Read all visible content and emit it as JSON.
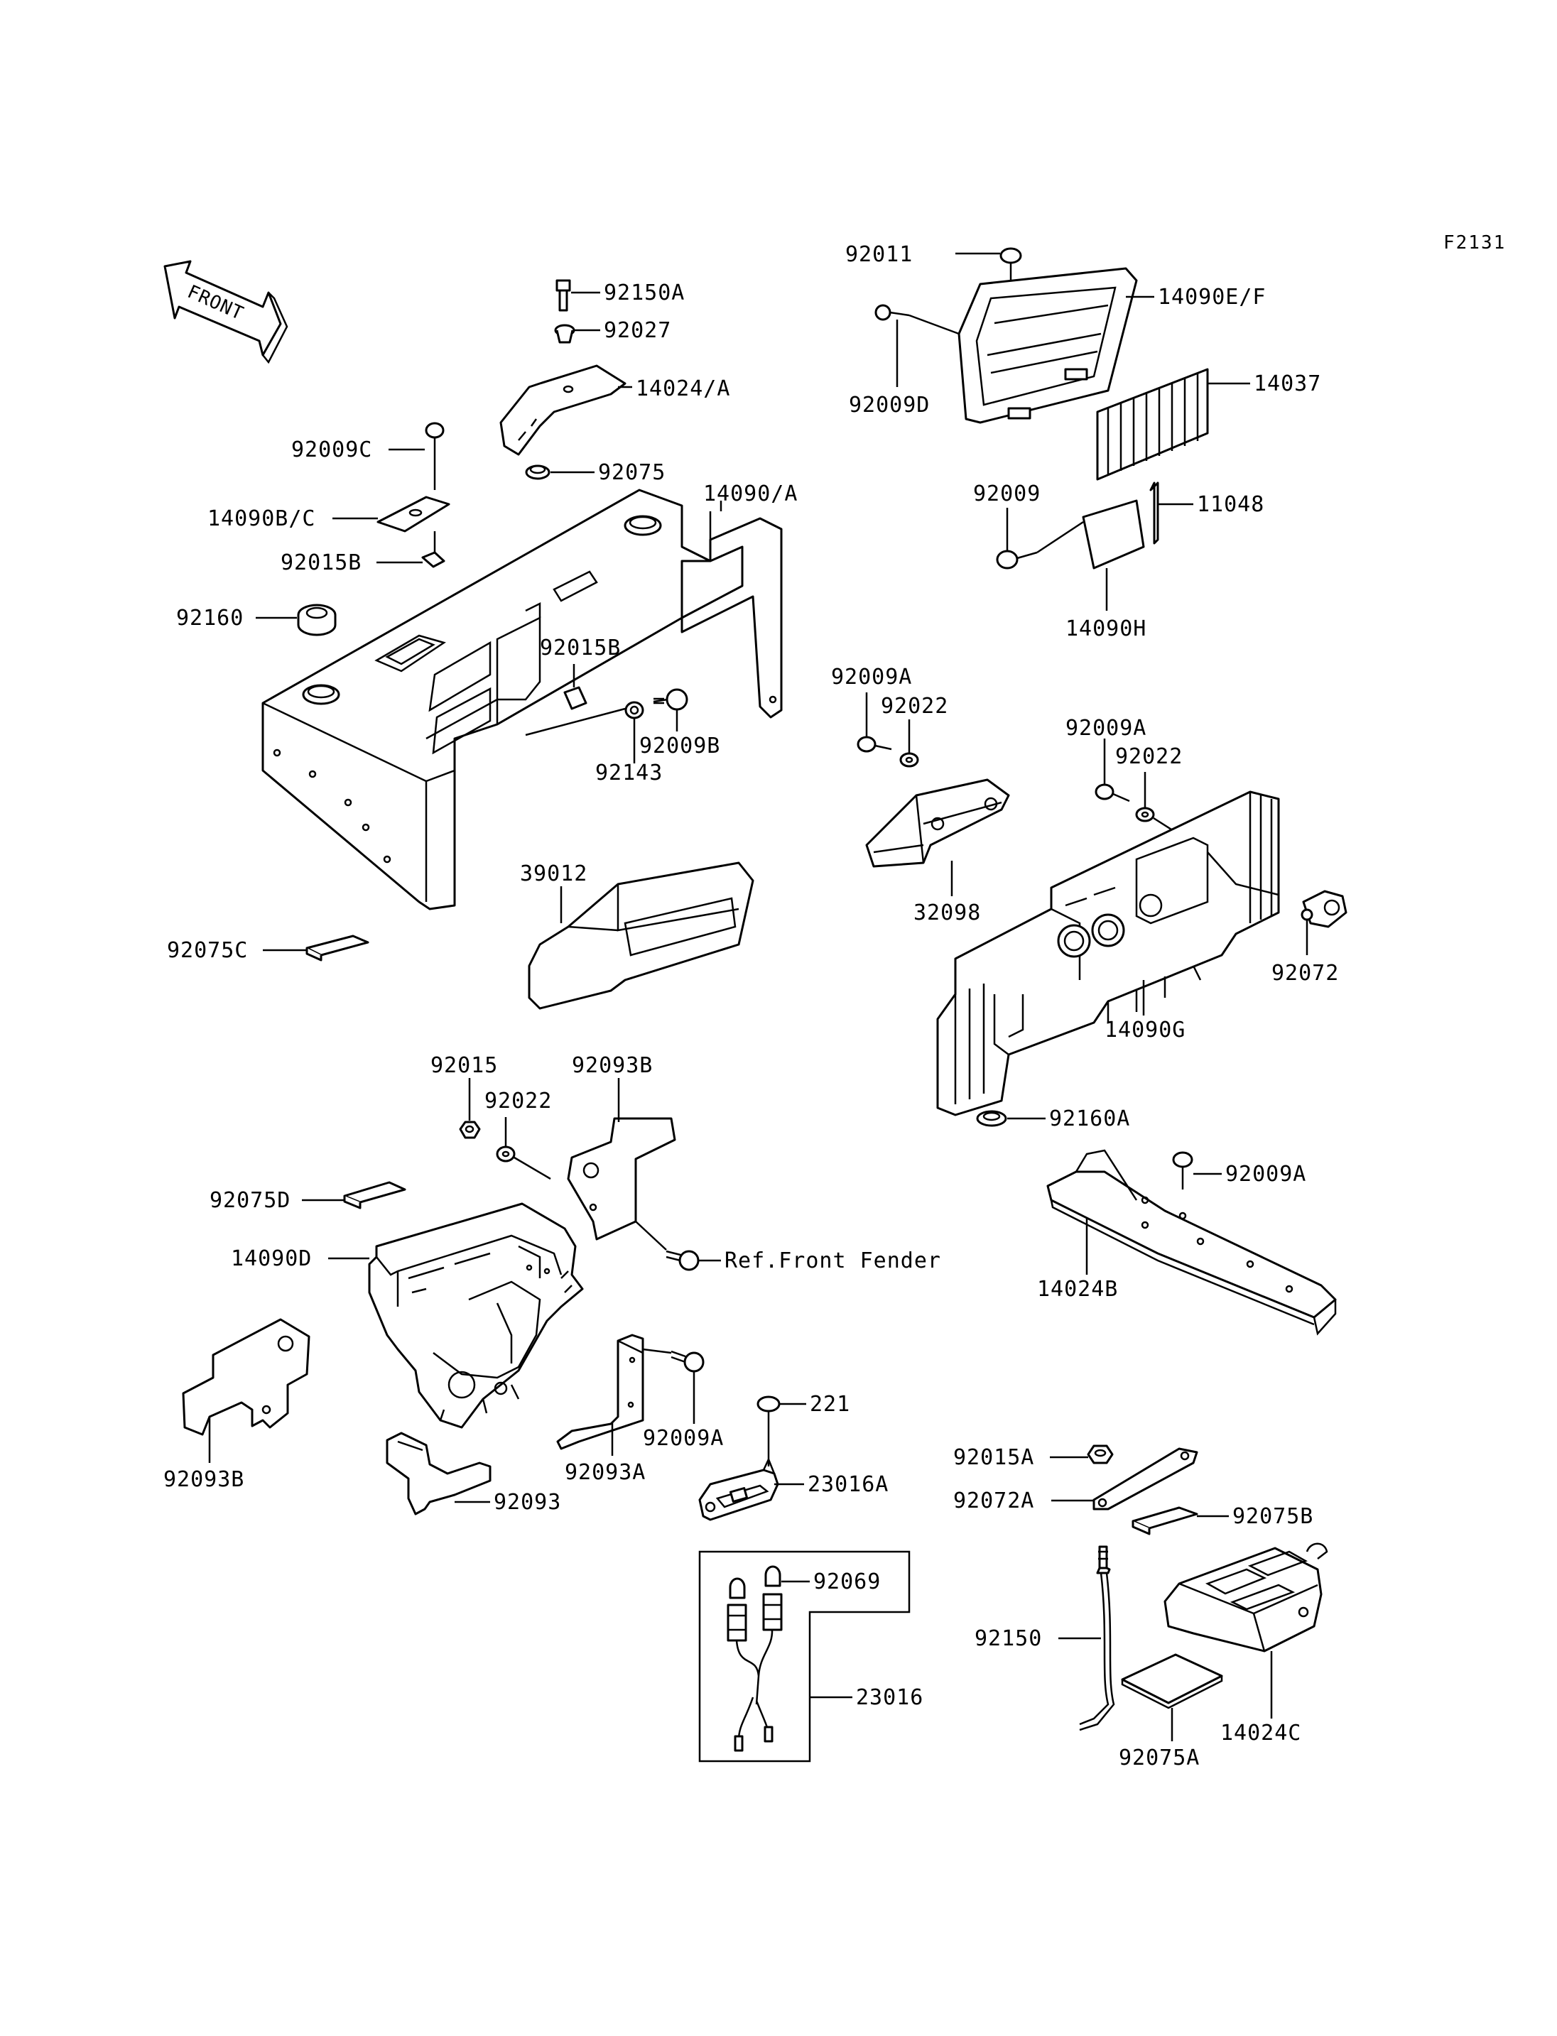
{
  "figure_code": "F2131",
  "front_arrow": {
    "label": "FRONT",
    "icon": "front-direction-arrow-icon"
  },
  "labels": {
    "p92011": "92011",
    "p14090EF": "14090E/F",
    "p92009D": "92009D",
    "p14037": "14037",
    "p92009": "92009",
    "p11048": "11048",
    "p14090H": "14090H",
    "p92150A": "92150A",
    "p92027": "92027",
    "p14024A": "14024/A",
    "p92075": "92075",
    "p14090A": "14090/A",
    "p92009C": "92009C",
    "p14090BC": "14090B/C",
    "p92015B_1": "92015B",
    "p92160": "92160",
    "p92015B_2": "92015B",
    "p92009B": "92009B",
    "p92143": "92143",
    "p39012": "39012",
    "p92075C": "92075C",
    "p92009A_1": "92009A",
    "p92022_1": "92022",
    "p32098": "32098",
    "p92009A_2": "92009A",
    "p92022_2": "92022",
    "p92072": "92072",
    "p14090G": "14090G",
    "p92160A": "92160A",
    "p92009A_3": "92009A",
    "p14024B": "14024B",
    "p92015": "92015",
    "p92093B_1": "92093B",
    "p92022_3": "92022",
    "p92075D": "92075D",
    "p14090D": "14090D",
    "pRef": "Ref.Front Fender",
    "p92093B_2": "92093B",
    "p92093": "92093",
    "p92093A": "92093A",
    "p92009A_4": "92009A",
    "p221": "221",
    "p23016A": "23016A",
    "p92069": "92069",
    "p23016": "23016",
    "p92015A": "92015A",
    "p92072A": "92072A",
    "p92075B": "92075B",
    "p92150": "92150",
    "p92075A": "92075A",
    "p14024C": "14024C"
  }
}
